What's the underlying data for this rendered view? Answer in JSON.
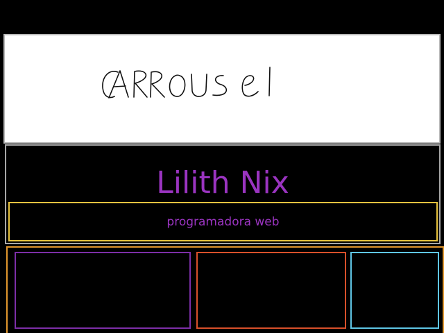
{
  "carousel": {
    "text": "CARROUSEL"
  },
  "hero": {
    "name": "Lilith Nix",
    "subtitle": "programadora web"
  },
  "colors": {
    "accent_purple": "#9a34c0",
    "subtitle_border": "#e7c33f",
    "cards_border": "#e2972d",
    "card_1_border": "#7d2ea8",
    "card_2_border": "#d9502a",
    "card_3_border": "#5fc6e6",
    "page_background": "#000000"
  }
}
